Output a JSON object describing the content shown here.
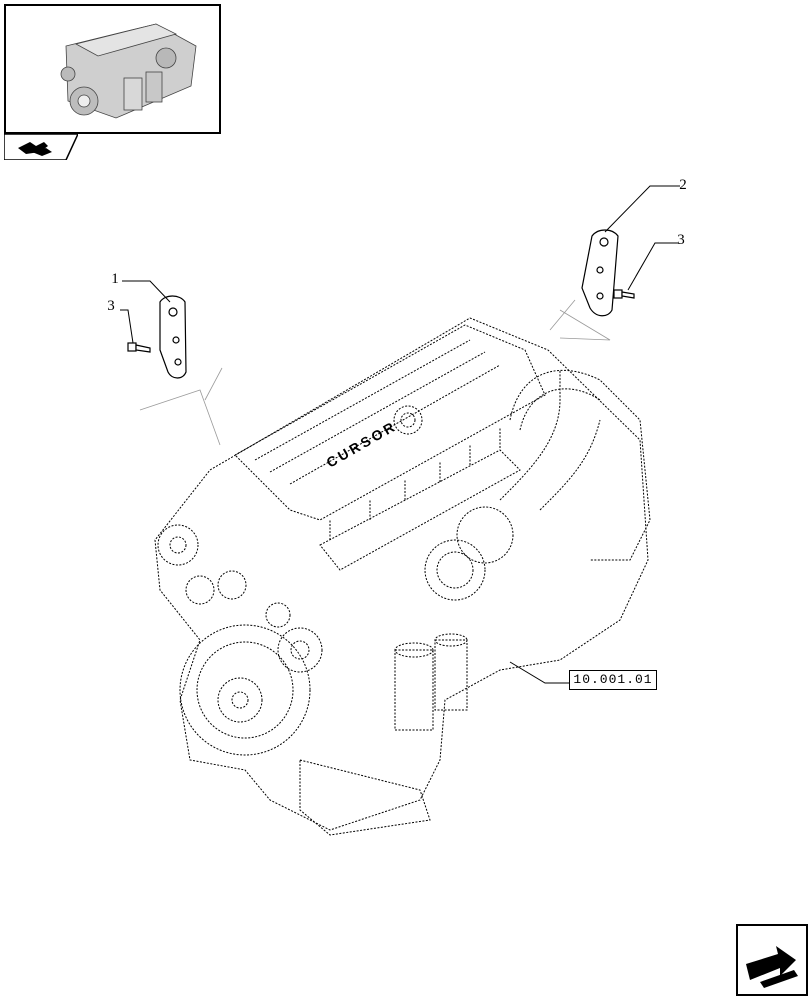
{
  "callouts": {
    "item1": "1",
    "item2": "2",
    "item3_left": "3",
    "item3_right": "3"
  },
  "reference": {
    "code": "10.001.01"
  },
  "engine": {
    "brand_marking": "CURSOR"
  },
  "icons": {
    "thumbnail": "engine-thumbnail-icon",
    "section_tab": "section-tab-icon",
    "next_page": "next-page-arrow-icon"
  }
}
